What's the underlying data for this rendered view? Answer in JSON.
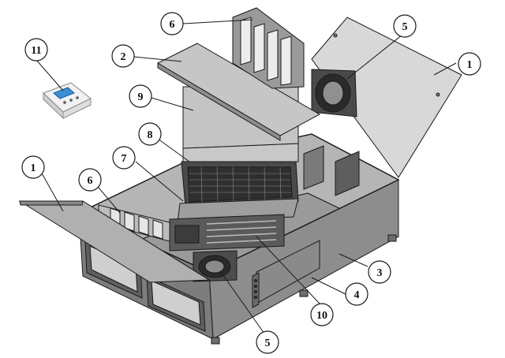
{
  "callouts": [
    {
      "id": "c6-top",
      "label": "6"
    },
    {
      "id": "c5-top",
      "label": "5"
    },
    {
      "id": "c11",
      "label": "11"
    },
    {
      "id": "c2",
      "label": "2"
    },
    {
      "id": "c1-right",
      "label": "1"
    },
    {
      "id": "c9",
      "label": "9"
    },
    {
      "id": "c8",
      "label": "8"
    },
    {
      "id": "c7",
      "label": "7"
    },
    {
      "id": "c1-left",
      "label": "1"
    },
    {
      "id": "c6-left",
      "label": "6"
    },
    {
      "id": "c3",
      "label": "3"
    },
    {
      "id": "c4",
      "label": "4"
    },
    {
      "id": "c10",
      "label": "10"
    },
    {
      "id": "c5-bottom",
      "label": "5"
    }
  ],
  "colors": {
    "outline": "#1a1a1a",
    "panel_light": "#d9d9d9",
    "panel_mid": "#bfbfbf",
    "panel_dark": "#8c8c8c",
    "panel_darker": "#6e6e6e",
    "casing": "#a6a6a6",
    "controller_screen": "#3a8fd6"
  }
}
